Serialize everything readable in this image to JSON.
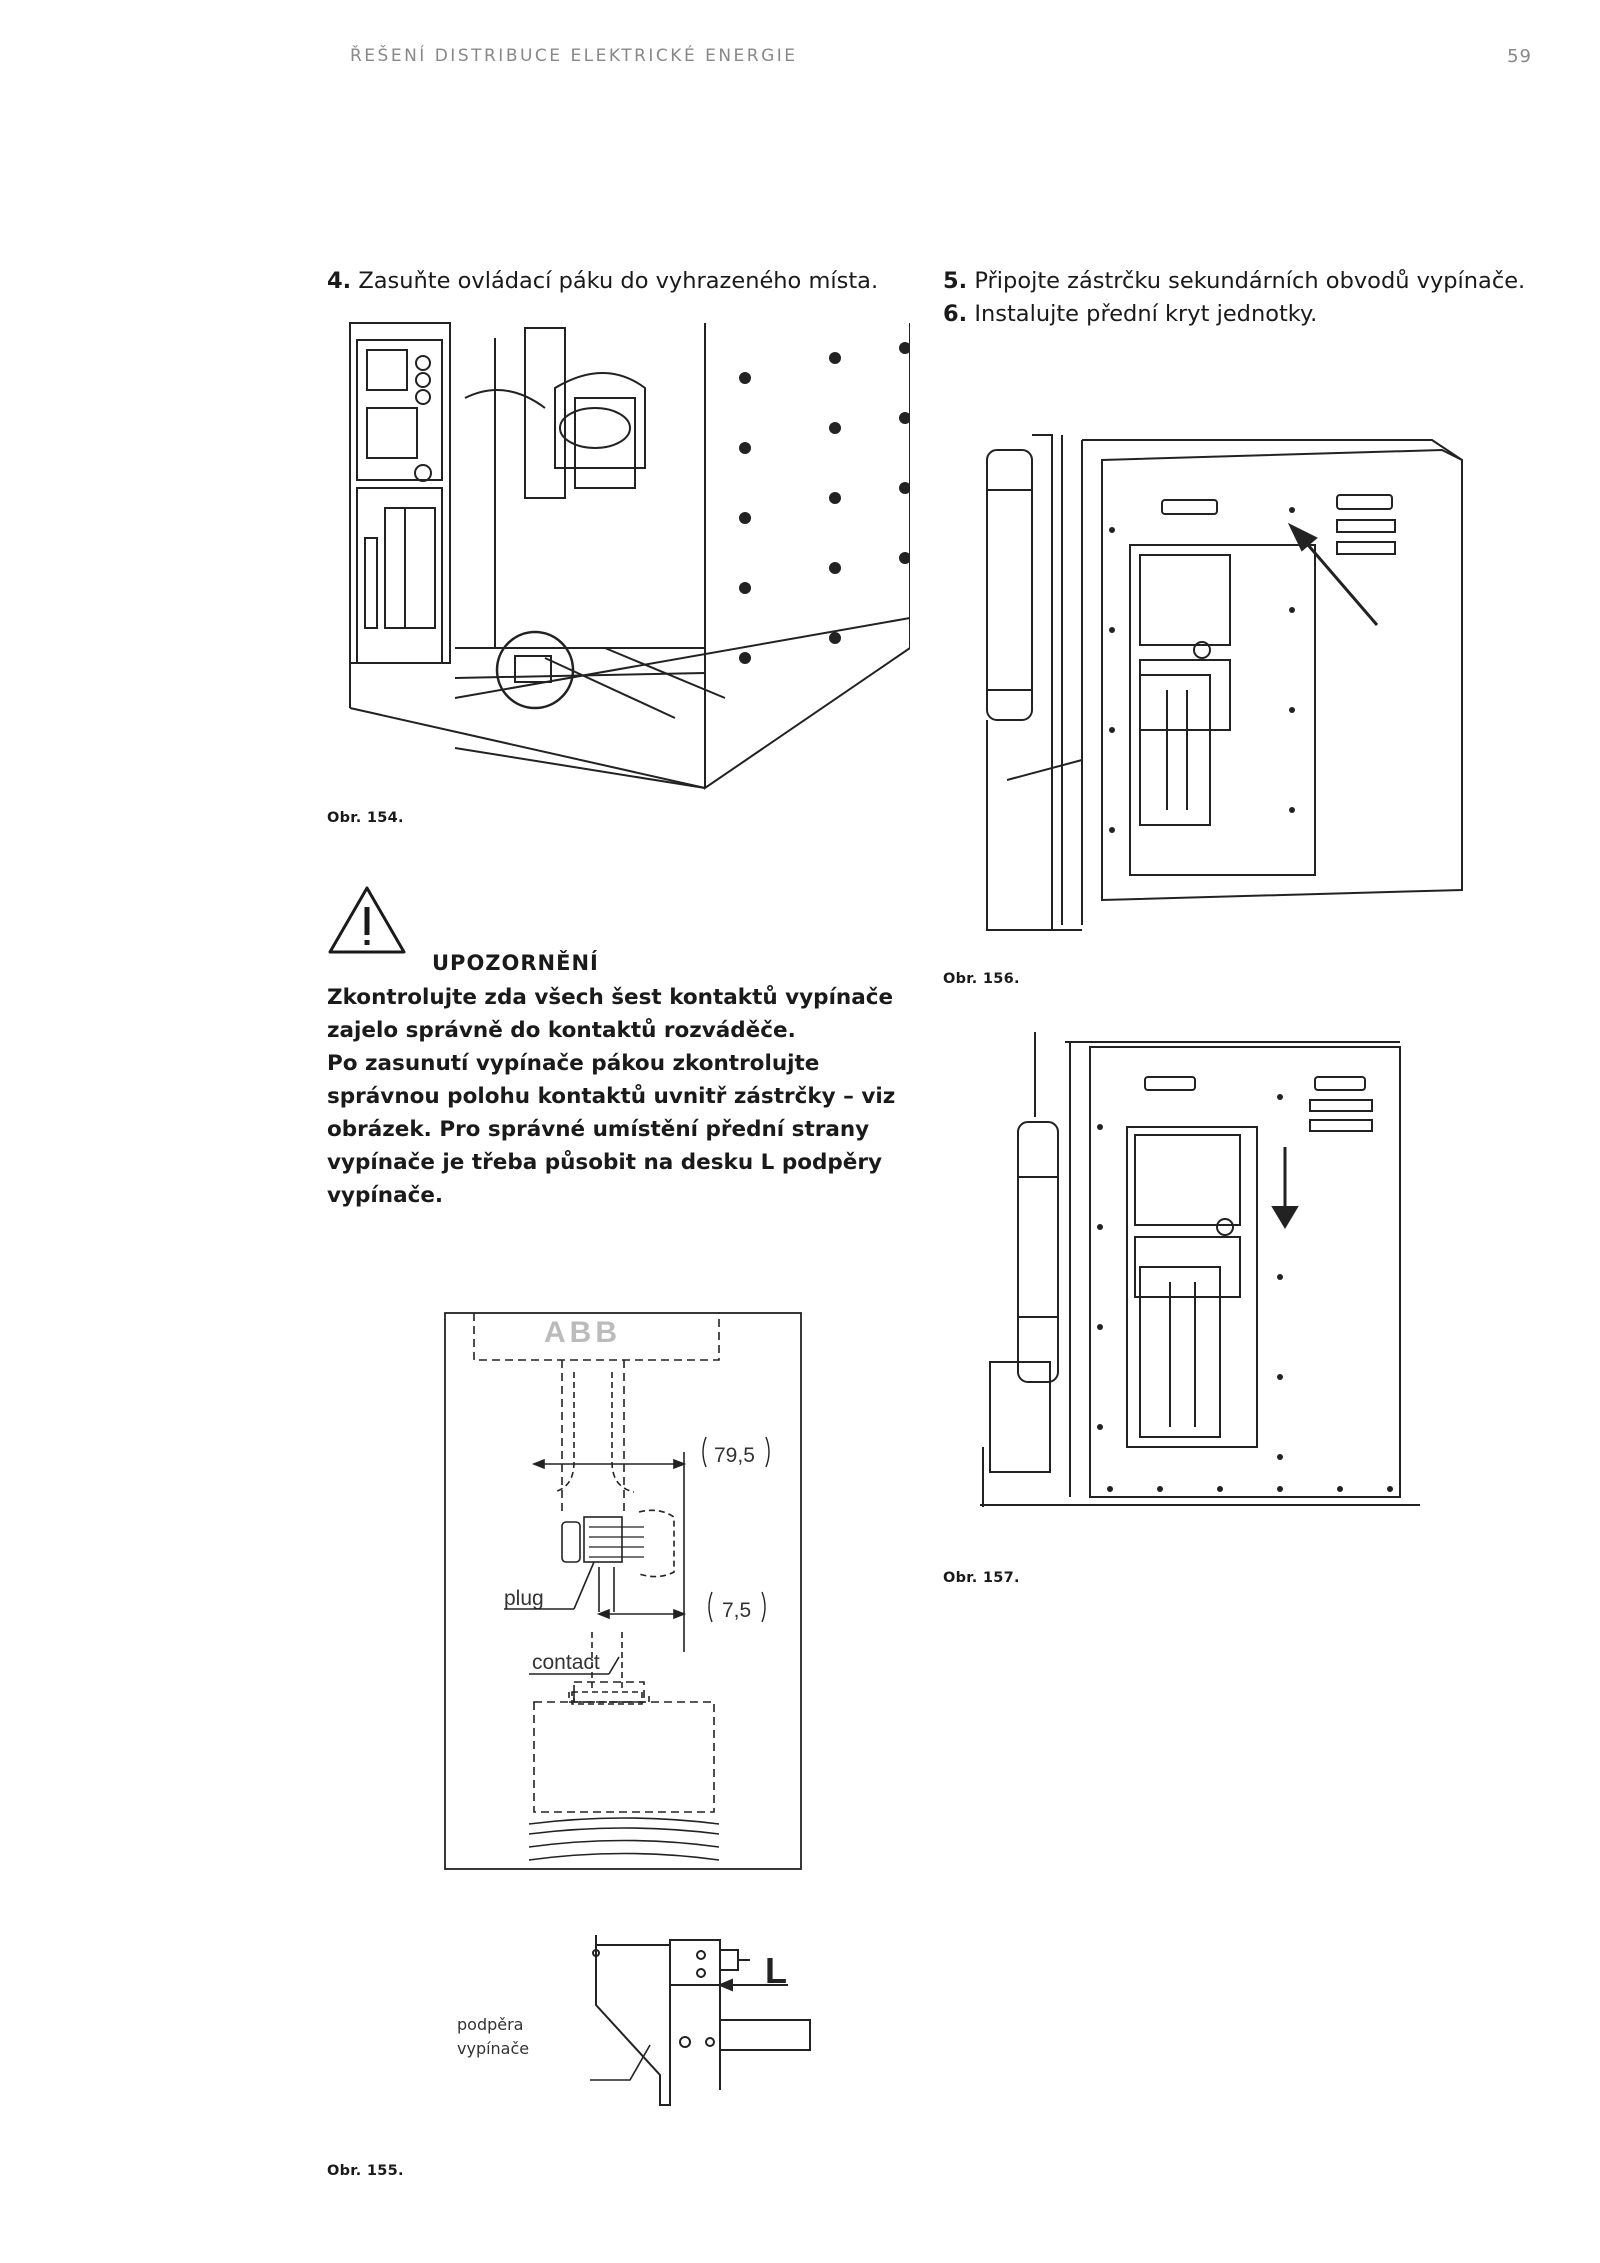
{
  "header": {
    "section_title": "ŘEŠENÍ DISTRIBUCE ELEKTRICKÉ ENERGIE",
    "page_number": "59"
  },
  "steps": {
    "step4": {
      "num": "4.",
      "text": "Zasuňte ovládací páku do vyhrazeného místa."
    },
    "step5": {
      "num": "5.",
      "text": "Připojte zástrčku sekundárních obvodů vypínače."
    },
    "step6": {
      "num": "6.",
      "text": "Instalujte přední kryt jednotky."
    }
  },
  "figures": {
    "fig154": {
      "caption": "Obr. 154."
    },
    "fig155": {
      "caption": "Obr. 155.",
      "logo_text": "ABB",
      "dim_top": "79,5",
      "dim_bottom": "7,5",
      "label_plug": "plug",
      "label_contact": "contact",
      "label_L": "L",
      "label_support_line1": "podpěra",
      "label_support_line2": "vypínače"
    },
    "fig156": {
      "caption": "Obr. 156."
    },
    "fig157": {
      "caption": "Obr. 157."
    }
  },
  "warning": {
    "icon": "warning-triangle-icon",
    "title": "UPOZORNĚNÍ",
    "paragraph1": "Zkontrolujte zda všech šest kontaktů vypínače zajelo správně do kontaktů rozváděče.",
    "paragraph2": "Po zasunutí vypínače pákou zkontrolujte správnou polohu kontaktů uvnitř zástrčky – viz obrázek. Pro správné umístění přední strany vypínače je třeba působit na desku L podpěry vypínače."
  }
}
